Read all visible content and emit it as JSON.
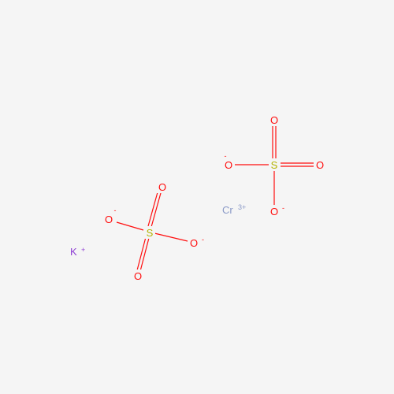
{
  "colors": {
    "background": "#f5f5f5",
    "oxygen": "#ff0d0d",
    "sulfur": "#b3b300",
    "chromium": "#8a99c7",
    "potassium": "#8f40d4",
    "bond_sulfur": "#c9c900"
  },
  "atoms": {
    "s1": {
      "symbol": "S"
    },
    "s1_o_top": {
      "symbol": "O"
    },
    "s1_o_right": {
      "symbol": "O"
    },
    "s1_o_left": {
      "symbol": "O",
      "charge": "-"
    },
    "s1_o_bottom": {
      "symbol": "O",
      "charge": "-"
    },
    "s2": {
      "symbol": "S"
    },
    "s2_o_top": {
      "symbol": "O"
    },
    "s2_o_left": {
      "symbol": "O",
      "charge": "-"
    },
    "s2_o_right": {
      "symbol": "O",
      "charge": "-"
    },
    "s2_o_bottom": {
      "symbol": "O"
    },
    "cr": {
      "symbol": "Cr",
      "charge": "3+"
    },
    "k": {
      "symbol": "K",
      "charge": "+"
    }
  }
}
